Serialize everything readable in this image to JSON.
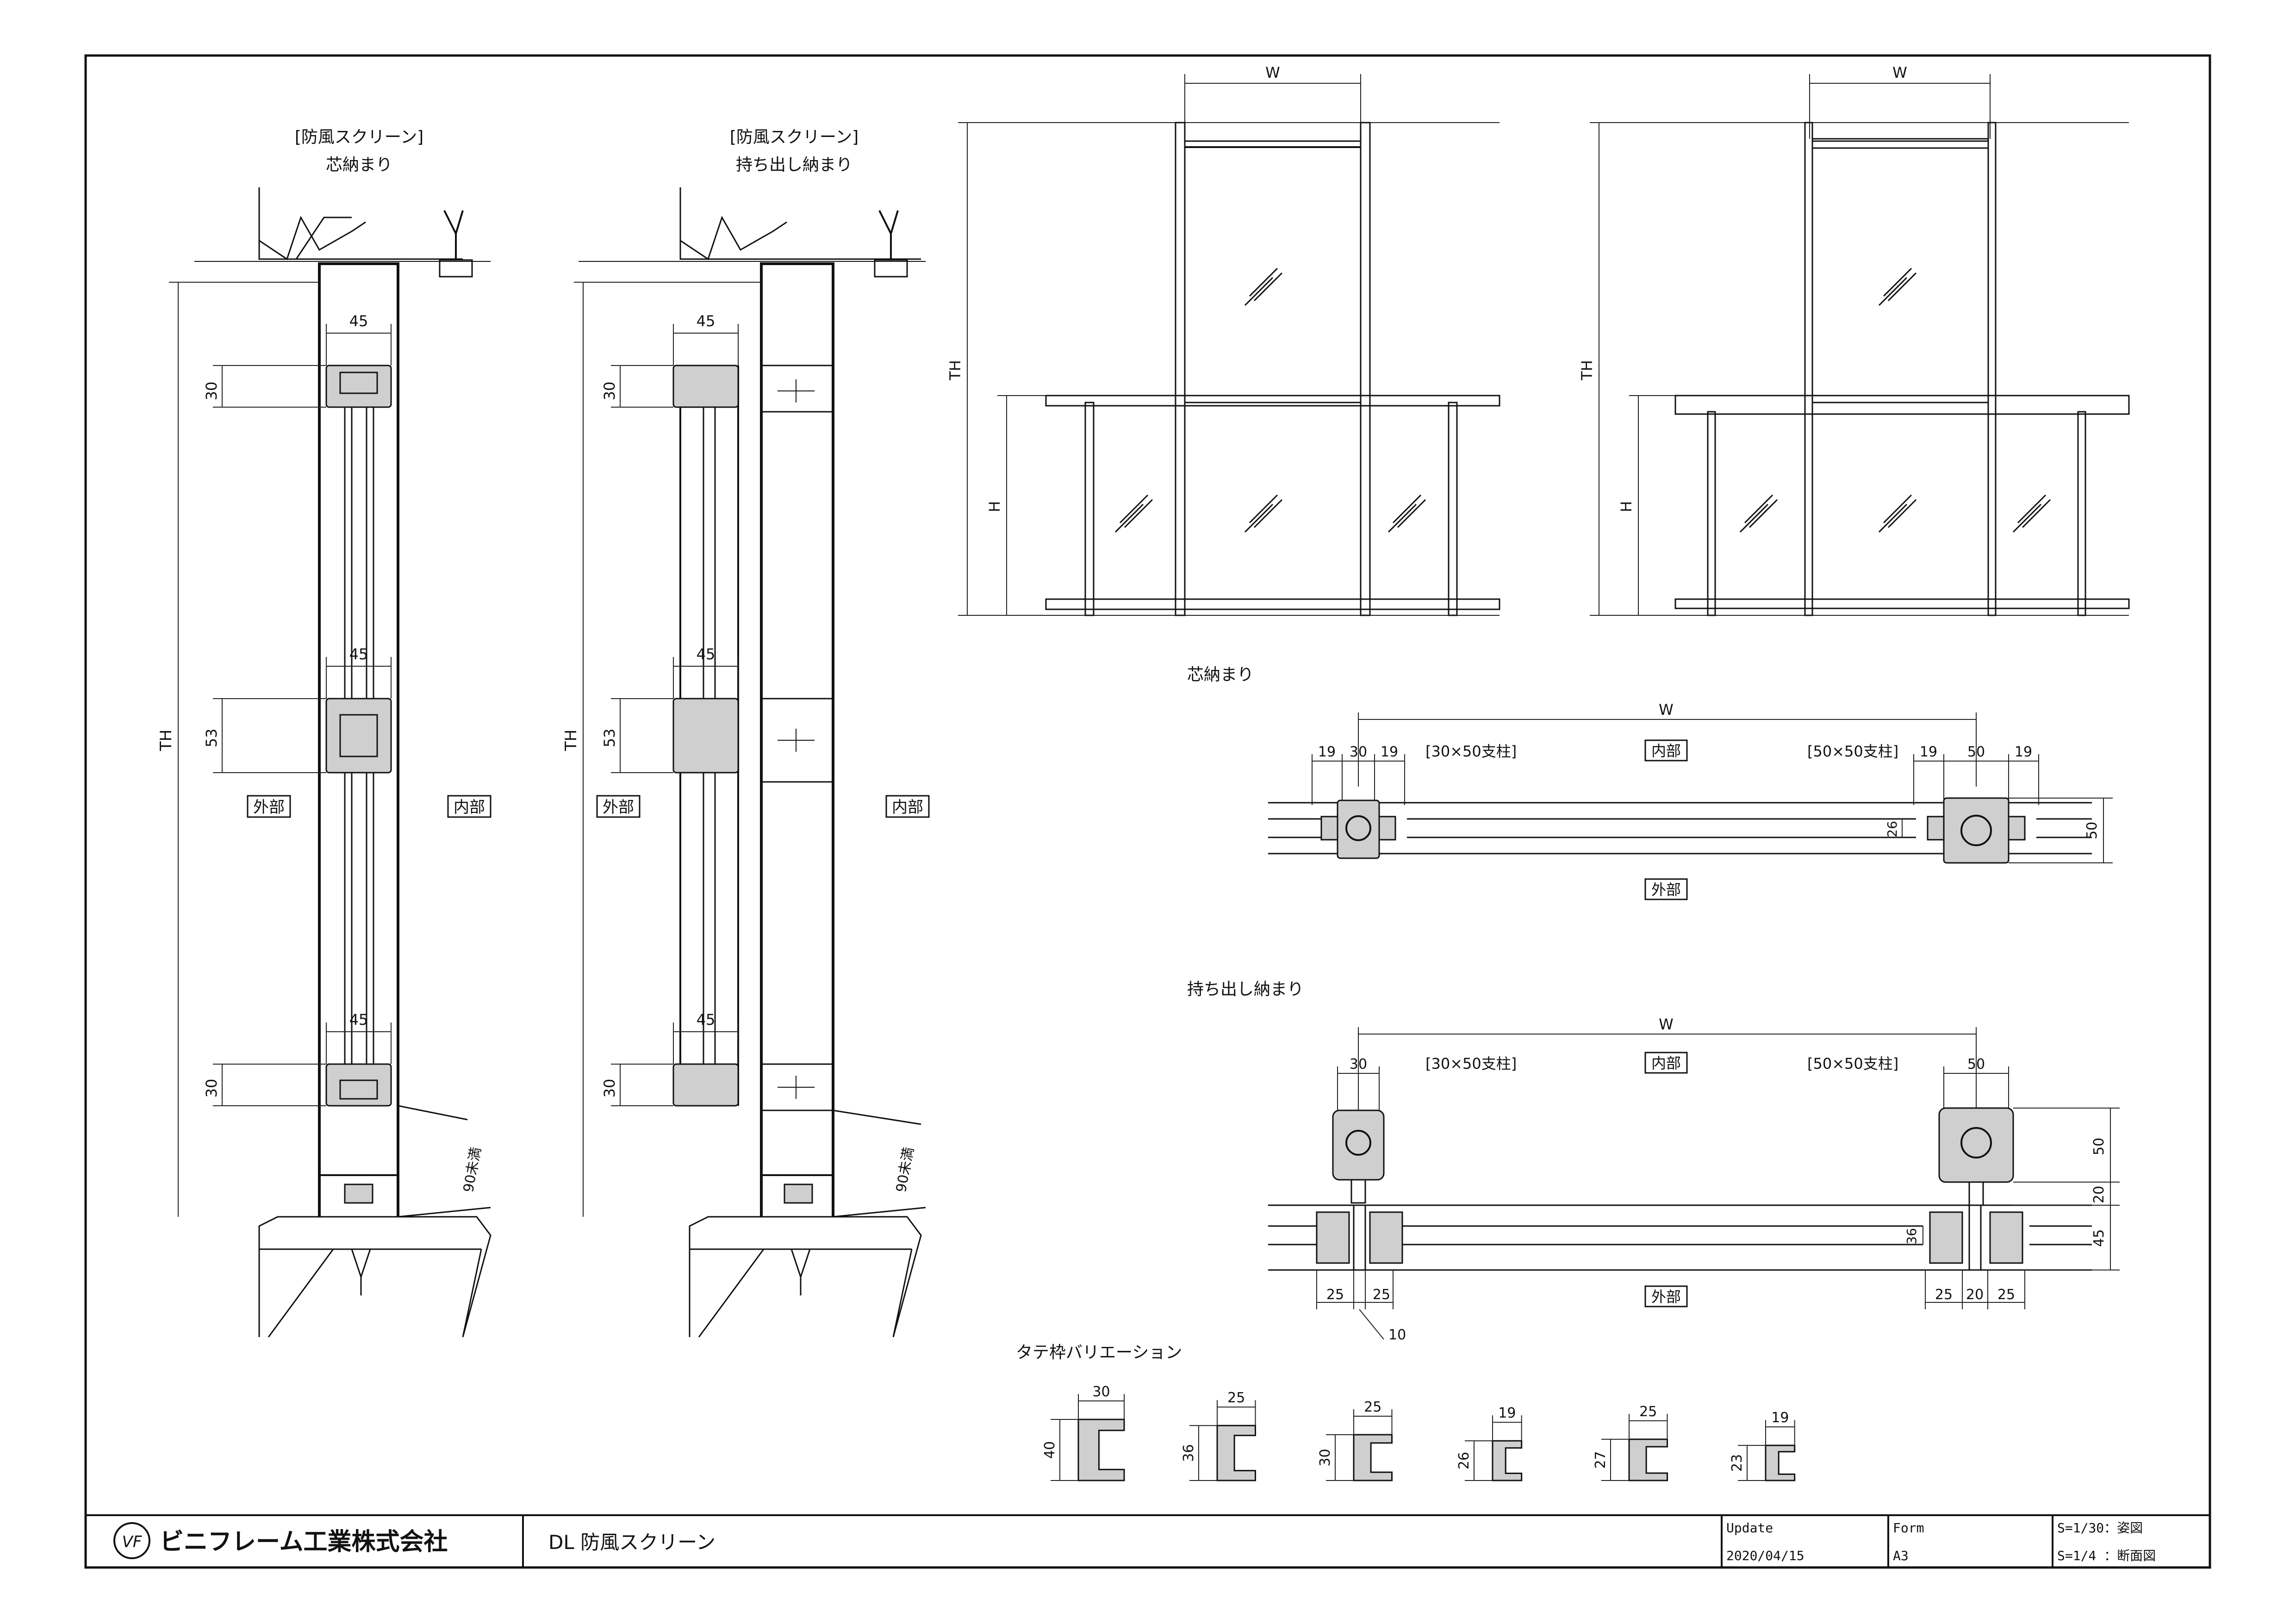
{
  "sections": {
    "left_title_line1": "[防風スクリーン]",
    "left_title_line2": "芯納まり",
    "mid_title_line1": "[防風スクリーン]",
    "mid_title_line2": "持ち出し納まり",
    "plan_title_core": "芯納まり",
    "plan_title_projection": "持ち出し納まり",
    "variations_title": "タテ枠バリエーション"
  },
  "labels": {
    "exterior": "外部",
    "interior": "内部",
    "post_30x50": "[30×50支柱]",
    "post_50x50": "[50×50支柱]",
    "under_90": "90未満"
  },
  "dims": {
    "TH": "TH",
    "H": "H",
    "W": "W",
    "d45": "45",
    "d30": "30",
    "d53": "53",
    "d19": "19",
    "d50": "50",
    "d26": "26",
    "d20": "20",
    "d25": "25",
    "d36": "36",
    "d10": "10"
  },
  "variations": [
    {
      "w": "30",
      "h": "40"
    },
    {
      "w": "25",
      "h": "36"
    },
    {
      "w": "25",
      "h": "30"
    },
    {
      "w": "19",
      "h": "26"
    },
    {
      "w": "25",
      "h": "27"
    },
    {
      "w": "19",
      "h": "23"
    }
  ],
  "titleblock": {
    "company": "ビニフレーム工業株式会社",
    "logo_text": "VF",
    "drawing_name": "DL 防風スクリーン",
    "update_label": "Update",
    "update_value": "2020/04/15",
    "form_label": "Form",
    "form_value": "A3",
    "scale_line1": "S=1/30：姿図",
    "scale_line2": "S=1/4 ：断面図"
  }
}
